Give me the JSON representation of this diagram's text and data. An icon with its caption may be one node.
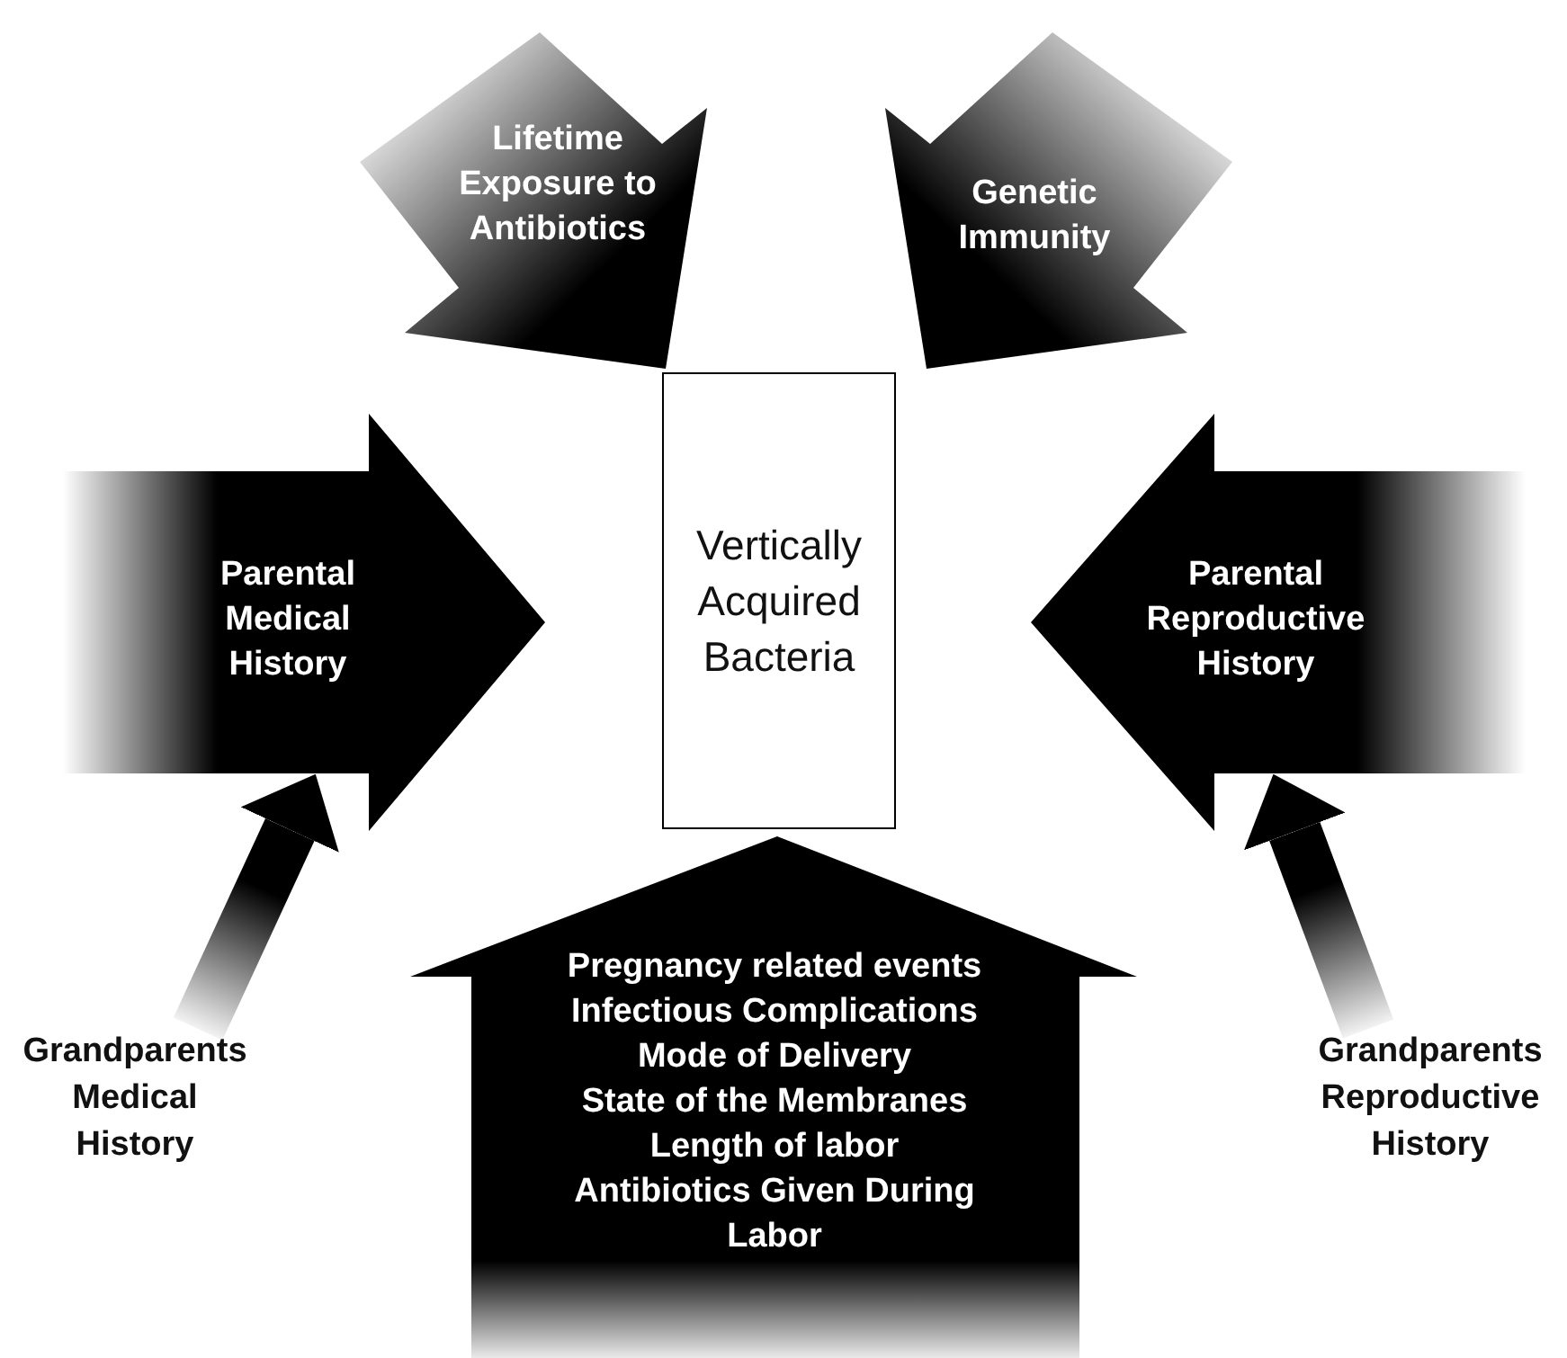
{
  "diagram": {
    "nodes": [
      {
        "text": [
          "Lifetime Exposure to Antibiotics"
        ]
      },
      {
        "text": [
          "Genetic Immunity"
        ]
      },
      {
        "text": [
          "Parental Medical History"
        ]
      },
      {
        "text": [
          "Vertically Acquired Bacteria"
        ]
      },
      {
        "text": [
          "Parental Reproductive History"
        ]
      },
      {
        "text": [
          "Pregnancy related events",
          "Infectious Complications",
          "Mode of Delivery",
          "State of the Membranes",
          "Length of labor",
          "Antibiotics Given During Labor"
        ]
      },
      {
        "text": [
          "Grandparents Medical History"
        ]
      },
      {
        "text": [
          "Grandparents Reproductive History"
        ]
      }
    ],
    "edges": [
      {
        "from": 6,
        "to": 2,
        "arrow": "to",
        "style": "thick"
      },
      {
        "from": 7,
        "to": 4,
        "arrow": "to",
        "style": "thick"
      }
    ]
  }
}
